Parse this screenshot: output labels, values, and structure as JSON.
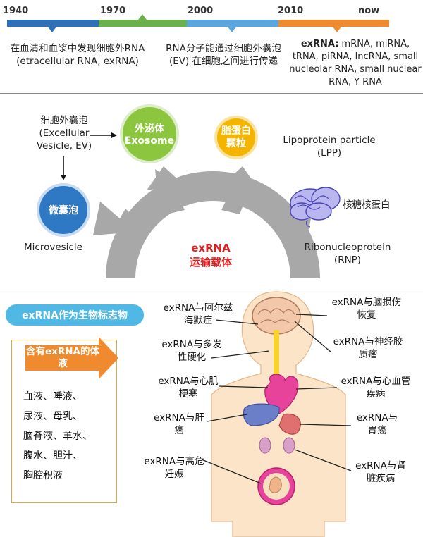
{
  "timeline": {
    "years": [
      "1940",
      "1970",
      "2000",
      "2010",
      "now"
    ],
    "events": [
      {
        "text": "在血清和血浆中发现细胞外RNA (etracellular RNA, exRNA)"
      },
      {
        "text": "RNA分子能通过细胞外囊泡(EV) 在细胞之间进行传递"
      }
    ],
    "exrna_label": "exRNA:",
    "exrna_types": "mRNA, miRNA, tRNA, piRNA, lncRNA, small nucleolar RNA, small nuclear RNA, Y RNA",
    "colors": [
      "#2e6fb8",
      "#6ab04c",
      "#5aa6e0",
      "#f08a2e"
    ]
  },
  "carriers": {
    "ev_label_cn": "细胞外囊泡",
    "ev_label_en": "(Excellular Vesicle, EV)",
    "exosome_cn": "外泌体",
    "exosome_en": "Exosome",
    "microvesicle_cn": "微囊泡",
    "microvesicle_en": "Microvesicle",
    "lpp_cn": "脂蛋白颗粒",
    "lpp_en": "Lipoprotein particle (LPP)",
    "rnp_cn": "核糖核蛋白",
    "rnp_en": "Ribonucleoprotein (RNP)",
    "center_1": "exRNA",
    "center_2": "运输载体",
    "colors": {
      "exosome": "#8cc63f",
      "microvesicle": "#2f78c4",
      "lpp": "#f4b400",
      "center": "#e02020",
      "arrows": "#a8a8a8"
    }
  },
  "biomarker": {
    "title": "exRNA作为生物标志物",
    "fluid_header": "含有exRNA的体液",
    "fluids": [
      "血液、唾液、",
      "尿液、母乳、",
      "脑脊液、羊水、",
      "腹水、胆汁、",
      "胸腔积液"
    ],
    "diseases_left": [
      "exRNA与阿尔兹海默症",
      "exRNA与多发性硬化",
      "exRNA与心肌梗塞",
      "exRNA与肝癌",
      "exRNA与高危妊娠"
    ],
    "diseases_right": [
      "exRNA与脑损伤恢复",
      "exRNA与神经胶质瘤",
      "exRNA与心血管疾病",
      "exRNA与胃癌",
      "exRNA与肾脏疾病"
    ]
  }
}
